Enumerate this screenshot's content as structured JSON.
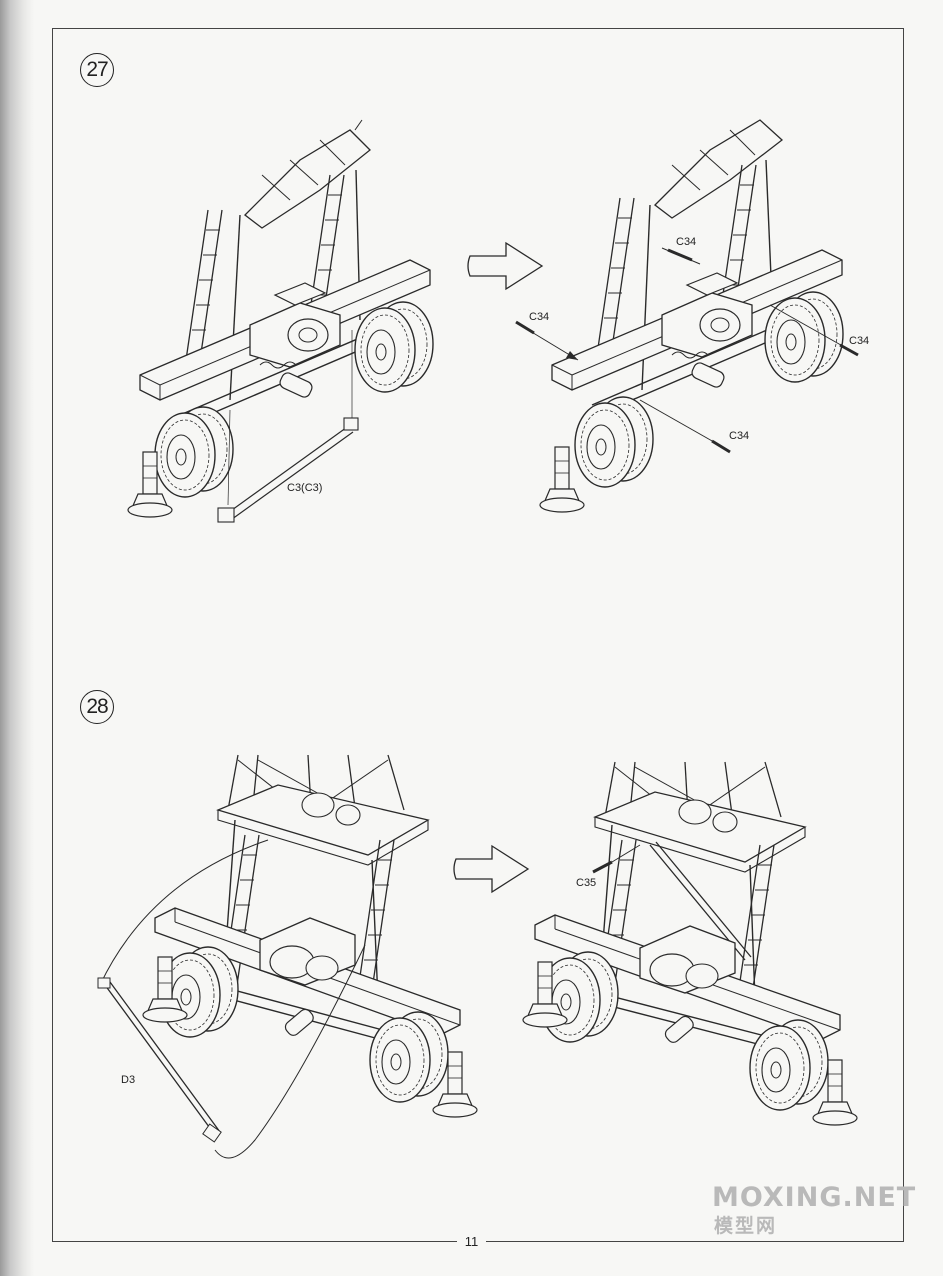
{
  "steps": [
    {
      "number": "27",
      "labels": {
        "c3": "C3(C3)",
        "c34_top": "C34",
        "c34_left": "C34",
        "c34_right": "C34",
        "c34_bottom": "C34"
      }
    },
    {
      "number": "28",
      "labels": {
        "d3": "D3",
        "c35": "C35"
      }
    }
  ],
  "page_number": "11",
  "watermark": {
    "main": "MOXING.NET",
    "sub": "模型网"
  },
  "colors": {
    "line": "#2a2a2a",
    "paper": "#f7f7f5"
  },
  "icons": [
    "step-arrow-icon",
    "callout-arrow-icon"
  ]
}
